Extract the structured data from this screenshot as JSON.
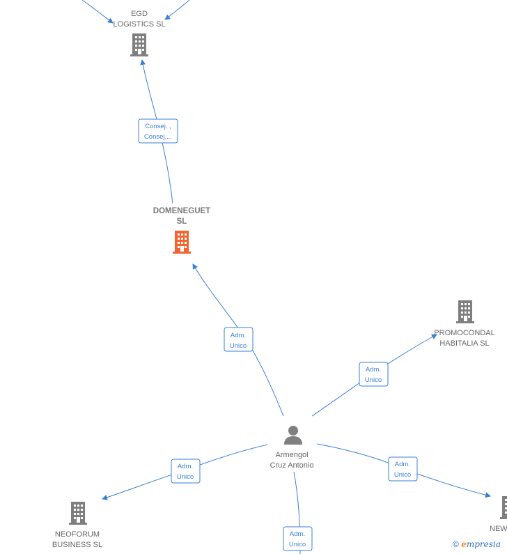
{
  "nodes": {
    "egd": {
      "line1": "EGD",
      "line2": "LOGISTICS SL"
    },
    "domeneguet": {
      "line1": "DOMENEGUET",
      "line2": "SL"
    },
    "promocondal": {
      "line1": "PROMOCONDAL",
      "line2": "HABITALIA SL"
    },
    "armengol": {
      "line1": "Armengol",
      "line2": "Cruz Antonio"
    },
    "neoforum": {
      "line1": "NEOFORUM",
      "line2": "BUSINESS SL"
    },
    "new": {
      "line1": "NEW",
      "line2": ""
    }
  },
  "edges": {
    "egd_domeneguet": {
      "line1": "Consej. ,",
      "line2": "Consej...."
    },
    "armengol_domeneguet": {
      "line1": "Adm.",
      "line2": "Unico"
    },
    "armengol_promocondal": {
      "line1": "Adm.",
      "line2": "Unico"
    },
    "armengol_neoforum": {
      "line1": "Adm.",
      "line2": "Unico"
    },
    "armengol_new": {
      "line1": "Adm.",
      "line2": "Unico"
    },
    "armengol_bottom": {
      "line1": "Adm.",
      "line2": "Unico"
    }
  },
  "colors": {
    "edge": "#3a7fd5",
    "company": "#7f7f7f",
    "highlight": "#f26531",
    "person": "#808080"
  },
  "watermark": {
    "copyright": "©",
    "brand_initial": "e",
    "brand_rest": "mpresia"
  }
}
